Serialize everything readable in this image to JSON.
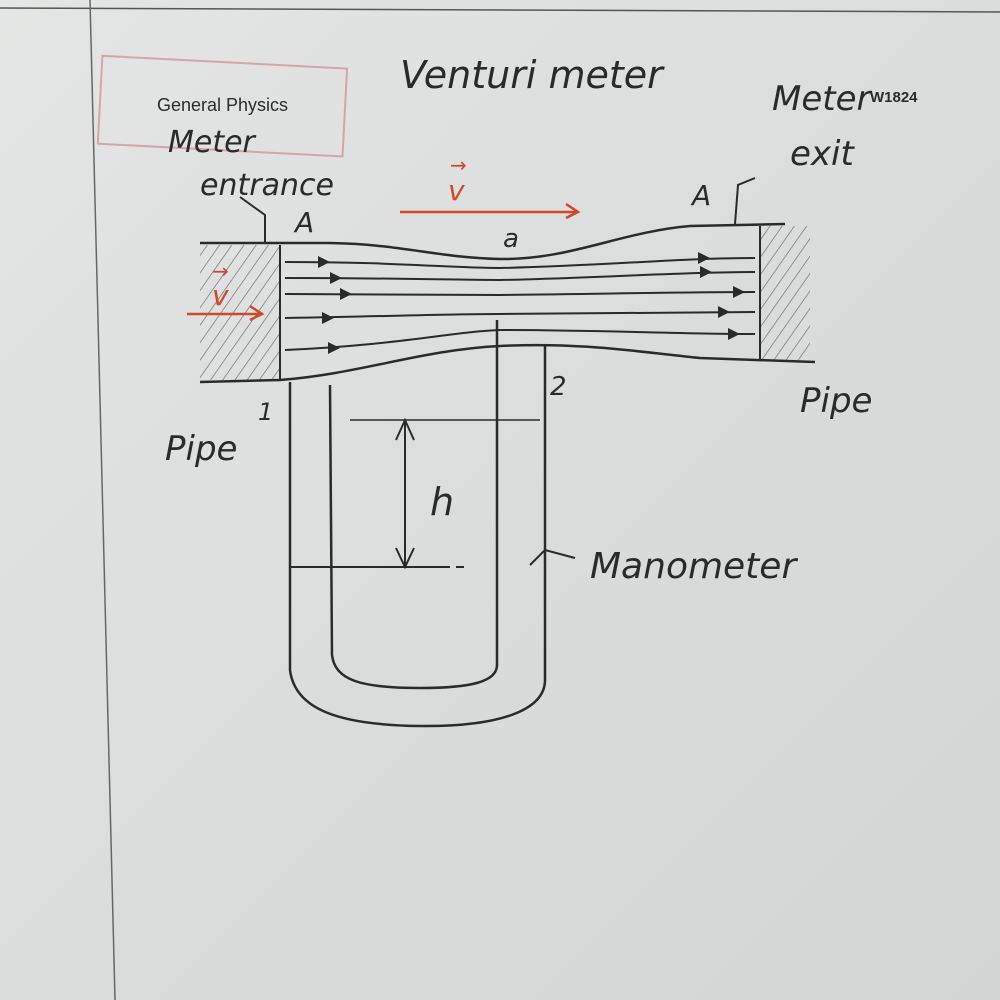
{
  "title": "Venturi meter",
  "header_label": "General Physics",
  "code": "W1824",
  "labels": {
    "entrance": "Meter entrance",
    "entrance_line1": "Meter",
    "entrance_line2": "entrance",
    "exit_line1": "Meter",
    "exit_line2": "exit",
    "area_entrance": "A",
    "area_exit": "A",
    "area_throat": "a",
    "velocity_top": "v",
    "velocity_left": "v",
    "pipe_left": "Pipe",
    "pipe_right": "Pipe",
    "point_1": "1",
    "point_2": "2",
    "height": "h",
    "manometer": "Manometer"
  },
  "colors": {
    "ink": "#2a2a2a",
    "accent": "#d2482a"
  }
}
